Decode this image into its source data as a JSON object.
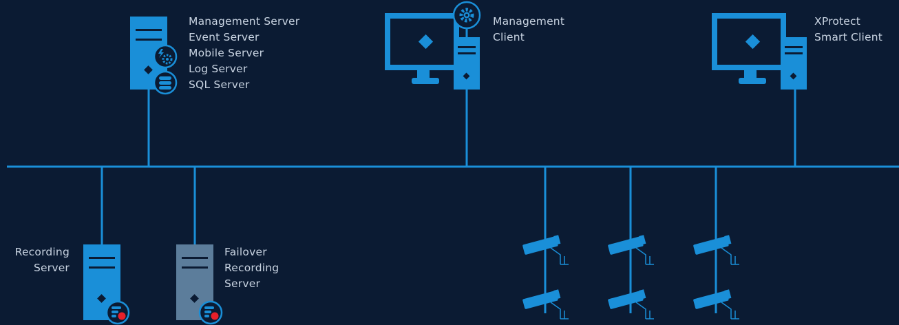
{
  "colors": {
    "background": "#0b1b33",
    "accent": "#1a8fd8",
    "failover": "#5c7d9b",
    "alert": "#e8202a",
    "text": "#c9d4e2"
  },
  "nodes": {
    "management_server": {
      "icon": "server-icon",
      "lines": [
        "Management Server",
        "Event Server",
        "Mobile Server",
        "Log Server",
        "SQL Server"
      ],
      "badges": [
        "event-gear-icon",
        "database-icon"
      ]
    },
    "management_client": {
      "icon": "workstation-icon",
      "badge": "gear-icon",
      "lines": [
        "Management",
        "Client"
      ]
    },
    "smart_client": {
      "icon": "workstation-icon",
      "lines": [
        "XProtect",
        "Smart Client"
      ]
    },
    "recording_server": {
      "icon": "server-icon",
      "badge": "recording-icon",
      "lines": [
        "Recording",
        "Server"
      ]
    },
    "failover_recording_server": {
      "icon": "server-icon",
      "badge": "recording-icon",
      "lines": [
        "Failover",
        "Recording",
        "Server"
      ]
    },
    "cameras": {
      "icon": "camera-icon",
      "count": 6
    }
  }
}
